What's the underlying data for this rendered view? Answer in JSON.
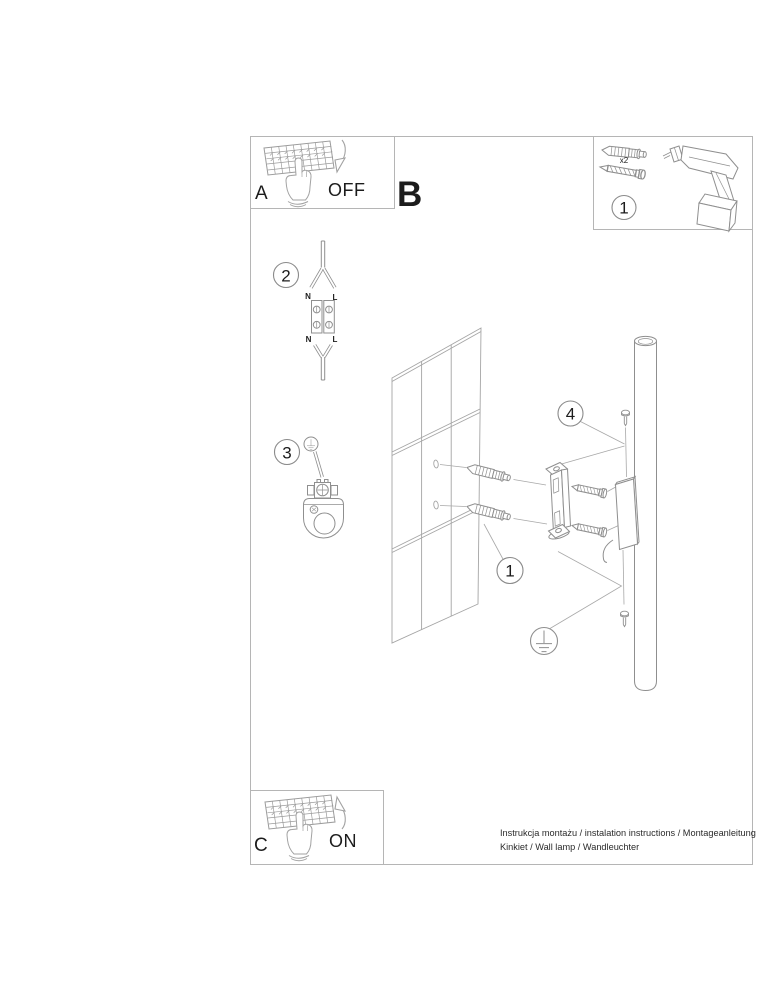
{
  "colors": {
    "background": "#ffffff",
    "frame_border": "#b5b5b5",
    "artwork_line": "#8f8f8f",
    "leader_line": "#a8a8a8",
    "text": "#1c1c1c"
  },
  "power_off_box": {
    "label": "A",
    "switch_state": "OFF"
  },
  "section_b_label": "B",
  "power_on_box": {
    "label": "C",
    "switch_state": "ON"
  },
  "parts_box": {
    "step_number": "1",
    "anchor_quantity_note": "x2",
    "item_icons": [
      "wall-plug-with-screw",
      "mounting-screw",
      "power-drill"
    ]
  },
  "step_wiring": {
    "step_number": "2",
    "terminal_labels": {
      "top_left": "N",
      "top_right": "L",
      "bottom_left": "N",
      "bottom_right": "L"
    }
  },
  "step_ground_plate": {
    "step_number": "3"
  },
  "step_drill_anchors": {
    "step_number": "1"
  },
  "step_mount_lamp": {
    "step_number": "4"
  },
  "footer": {
    "line1": "Instrukcja montażu / instalation instructions / Montageanleitung",
    "line2": "Kinkiet / Wall lamp / Wandleuchter"
  }
}
